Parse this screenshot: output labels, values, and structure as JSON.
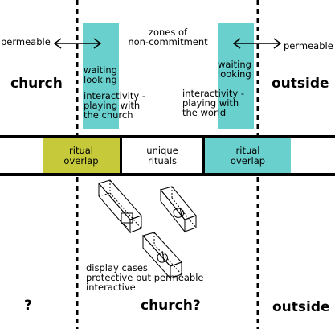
{
  "labels": {
    "permeable_left": "permeable",
    "permeable_right": "permeable",
    "zones_title": "zones of\nnon-commitment",
    "waiting_left": "waiting\nlooking",
    "interactivity_left": "interactivity -\nplaying with\nthe church",
    "waiting_right": "waiting\nlooking",
    "interactivity_right": "interactivity -\nplaying with\nthe world",
    "church": "church",
    "outside_top": "outside",
    "ritual_overlap_left": "ritual\noverlap",
    "unique_rituals": "unique\nrituals",
    "ritual_overlap_right": "ritual\noverlap",
    "display_cases": "display cases\nprotective but permeable\ninteractive",
    "question": "?",
    "church_question": "church?",
    "outside_bottom": "outside"
  },
  "colors": {
    "zone_teal": "#6ad0cd",
    "ritual_left_olive": "#c5c93a",
    "ritual_right_teal": "#6ad0cd",
    "unique_white": "#ffffff",
    "line": "#000000"
  },
  "icons": {
    "arrows": "double-headed-arrow",
    "cases": "wireframe-display-case"
  }
}
